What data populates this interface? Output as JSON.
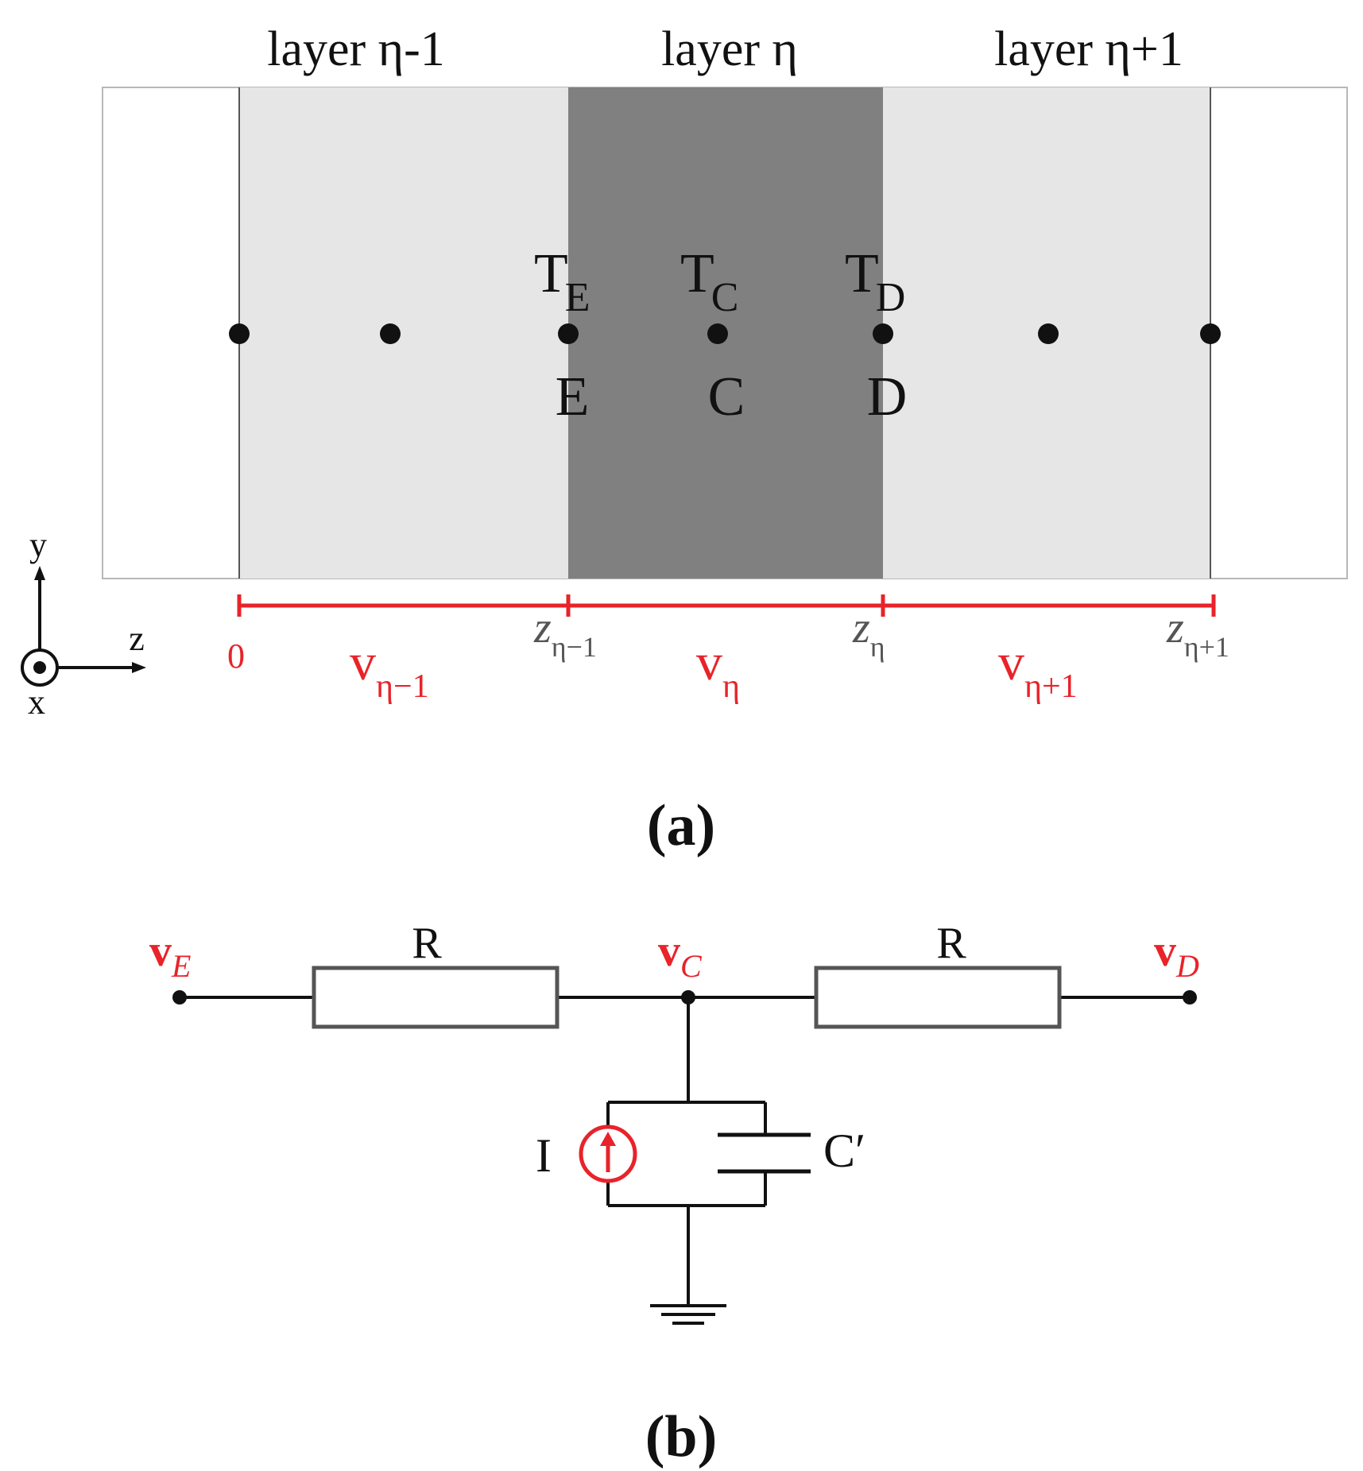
{
  "panel_a": {
    "layer_labels": [
      "layer η-1",
      "layer η",
      "layer η+1"
    ],
    "temps": [
      {
        "main": "T",
        "sub": "E"
      },
      {
        "main": "T",
        "sub": "C"
      },
      {
        "main": "T",
        "sub": "D"
      }
    ],
    "node_labels": [
      "E",
      "C",
      "D"
    ],
    "axis_labels": {
      "y": "y",
      "z": "z",
      "x": "x"
    },
    "position_labels": [
      {
        "main": "0",
        "sub": ""
      },
      {
        "main": "z",
        "sub": "η−1"
      },
      {
        "main": "z",
        "sub": "η"
      },
      {
        "main": "z",
        "sub": "η+1"
      }
    ],
    "volume_labels": [
      {
        "main": "v",
        "sub": "η−1"
      },
      {
        "main": "v",
        "sub": "η"
      },
      {
        "main": "v",
        "sub": "η+1"
      }
    ],
    "caption": "(a)"
  },
  "panel_b": {
    "voltages": [
      {
        "main": "v",
        "sub": "E"
      },
      {
        "main": "v",
        "sub": "C"
      },
      {
        "main": "v",
        "sub": "D"
      }
    ],
    "resistor_label": "R",
    "current_label": "I",
    "capacitor_label": "C′",
    "caption": "(b)"
  },
  "colors": {
    "outer_layer": "#e6e6e6",
    "center_layer": "#808080",
    "highlight": "#e8232a",
    "ink": "#111111"
  }
}
